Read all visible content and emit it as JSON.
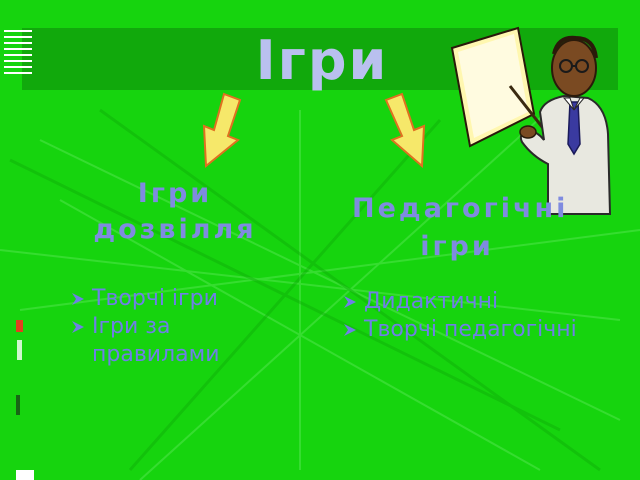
{
  "slide": {
    "title": "Ігри",
    "left_heading": "Ігри дозвілля",
    "right_heading": "Педагогічні ігри",
    "left_list": [
      "Творчі ігри",
      "Ігри за правилами"
    ],
    "right_list": [
      "Дидактичні",
      "Творчі педагогічні"
    ]
  },
  "colors": {
    "background": "#16d40e",
    "title_text": "#b9c0ef",
    "heading_text": "#7f8be0",
    "list_text": "#6f7fe6",
    "arrow_fill": "#f6e86a"
  },
  "icons": {
    "arrow": "down-arrow-icon",
    "teacher": "teacher-with-board-icon",
    "bullet": "arrow-bullet-icon"
  }
}
